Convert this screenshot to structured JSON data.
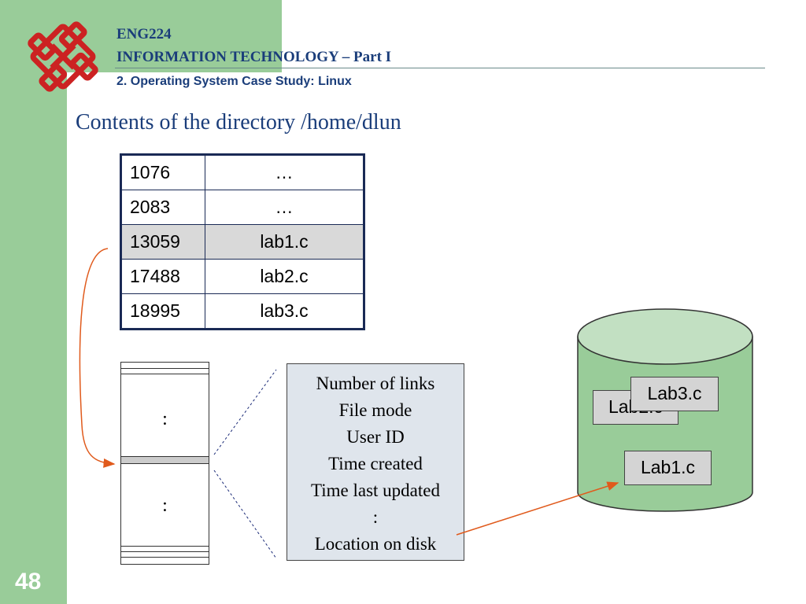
{
  "header": {
    "course_code": "ENG224",
    "course_title": "INFORMATION TECHNOLOGY – Part I",
    "subtitle": "2. Operating System Case Study: Linux"
  },
  "slide": {
    "title": "Contents of the directory /home/dlun",
    "page_number": "48"
  },
  "directory_table": {
    "rows": [
      {
        "inode": "1076",
        "name": "…",
        "highlighted": false
      },
      {
        "inode": "2083",
        "name": "…",
        "highlighted": false
      },
      {
        "inode": "13059",
        "name": "lab1.c",
        "highlighted": true
      },
      {
        "inode": "17488",
        "name": "lab2.c",
        "highlighted": false
      },
      {
        "inode": "18995",
        "name": "lab3.c",
        "highlighted": false
      }
    ]
  },
  "inode_table": {
    "upper_dots": ":",
    "lower_dots": ":"
  },
  "inode_attributes": [
    "Number of links",
    "File mode",
    "User ID",
    "Time created",
    "Time last updated",
    ":",
    "Location on disk"
  ],
  "disk": {
    "files": [
      "Lab2.c",
      "Lab3.c",
      "Lab1.c"
    ]
  },
  "colors": {
    "sidebar": "#99cc99",
    "header_text": "#1a3d7a",
    "arrow": "#e05a1c",
    "disk_body": "#99cc99",
    "disk_top": "#c2e0c2",
    "highlight_row": "#d9d9d9",
    "attr_box": "#dfe5ec"
  },
  "icons": {
    "logo": "university-logo"
  }
}
